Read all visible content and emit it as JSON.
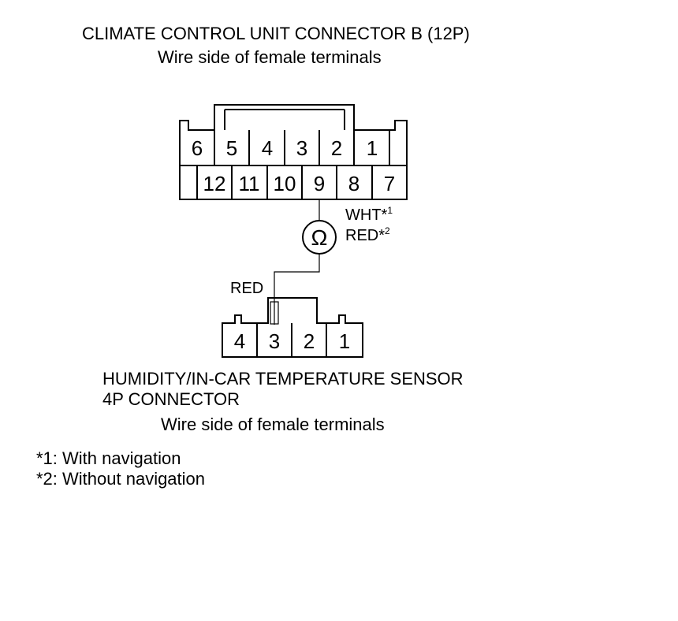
{
  "top_connector": {
    "title": "CLIMATE CONTROL UNIT CONNECTOR B (12P)",
    "subtitle": "Wire side of female terminals",
    "row1": [
      "6",
      "5",
      "4",
      "3",
      "2",
      "1"
    ],
    "row2": [
      "12",
      "11",
      "10",
      "9",
      "8",
      "7"
    ]
  },
  "meter": {
    "symbol": "Ω",
    "wire_top_line1": "WHT*",
    "wire_top_sup1": "1",
    "wire_top_line2": "RED*",
    "wire_top_sup2": "2",
    "wire_bottom": "RED"
  },
  "bottom_connector": {
    "title_line1": "HUMIDITY/IN-CAR TEMPERATURE SENSOR",
    "title_line2": "4P CONNECTOR",
    "subtitle": "Wire side of female terminals",
    "pins": [
      "4",
      "3",
      "2",
      "1"
    ]
  },
  "notes": [
    "*1: With navigation",
    "*2: Without navigation"
  ],
  "colors": {
    "line": "#000000",
    "background": "#ffffff"
  }
}
